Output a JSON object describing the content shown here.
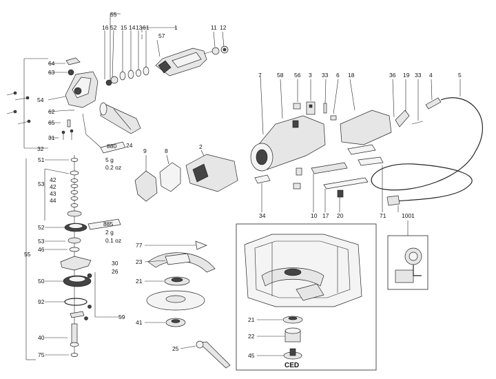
{
  "callouts": {
    "c55_top": "55",
    "c16": "16",
    "c52_top": "52",
    "c15": "15",
    "c14": "14",
    "c13": "13",
    "c61": "61",
    "c57": "57",
    "c1": "1",
    "c11": "11",
    "c12": "12",
    "c64": "64",
    "c63": "63",
    "c54": "54",
    "c62": "62",
    "c65": "65",
    "c31": "31",
    "c32": "32",
    "c24": "24",
    "c7": "7",
    "c58": "58",
    "c56": "56",
    "c3": "3",
    "c33a": "33",
    "c6": "6",
    "c18": "18",
    "c36": "36",
    "c19": "19",
    "c33b": "33",
    "c4": "4",
    "c5": "5",
    "c9": "9",
    "c8": "8",
    "c2": "2",
    "c34": "34",
    "c10": "10",
    "c17": "17",
    "c20": "20",
    "c71": "71",
    "c1001": "1001",
    "c51": "51",
    "c53a": "53",
    "c42a": "42",
    "c42b": "42",
    "c43": "43",
    "c44": "44",
    "c52": "52",
    "c53b": "53",
    "c46": "46",
    "c55_side": "55",
    "c50": "50",
    "c30": "30",
    "c26": "26",
    "c92": "92",
    "c59": "59",
    "c40": "40",
    "c75": "75",
    "c77": "77",
    "c23": "23",
    "c21a": "21",
    "c41": "41",
    "c25": "25",
    "c21b": "21",
    "c22": "22",
    "c45": "45"
  },
  "notes": {
    "n880": "880",
    "n880_g": "5 g",
    "n880_oz": "0.2 oz",
    "n885": "885",
    "n885_g": "2 g",
    "n885_oz": "0.1 oz",
    "ced": "CED"
  },
  "icons": [
    "grease-tube-icon"
  ]
}
